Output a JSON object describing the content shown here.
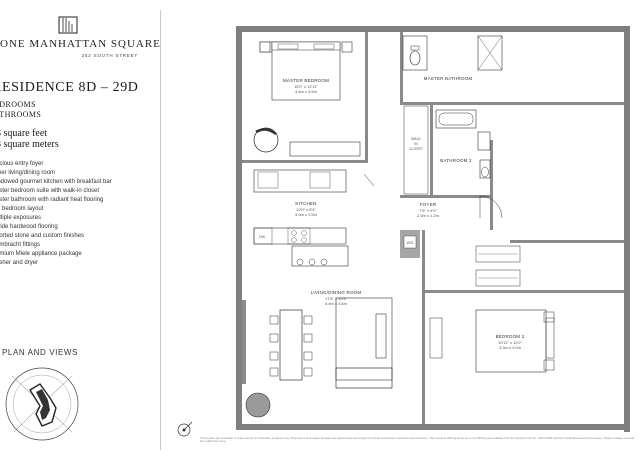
{
  "brand": {
    "name": "ONE MANHATTAN SQUARE",
    "address": "252 SOUTH STREET"
  },
  "residence": {
    "title": "RESIDENCE 8D – 29D",
    "bedrooms": "EDROOMS",
    "bathrooms": "ATHROOMS",
    "sqft": "3 square feet",
    "sqm": "3 square meters"
  },
  "features": [
    "acious entry foyer",
    "rner living/dining room",
    "indowed gourmet kitchen with breakfast bar",
    "aster bedroom suite with walk-in closet",
    "aster bathroom with radiant heat flooring",
    "lit bedroom layout",
    "ultiple exposures",
    "wide hardwood flooring",
    "ported stone and custom finishes",
    "ombracht fittings",
    "emium Miele appliance package",
    "asher and dryer"
  ],
  "views": {
    "heading": "PLAN AND VIEWS"
  },
  "rooms": {
    "master_bedroom": {
      "name": "MASTER BEDROOM",
      "dim_ft": "15'0\" x 12'11\"",
      "dim_m": "4.6m x 3.9m"
    },
    "master_bathroom": {
      "name": "MASTER BATHROOM"
    },
    "walk_in_closet": {
      "line1": "WALK",
      "line2": "IN",
      "line3": "CLOSET"
    },
    "bathroom2": {
      "name": "BATHROOM 2"
    },
    "kitchen": {
      "name": "KITCHEN",
      "dim_ft": "10'0\" x 8'4\"",
      "dim_m": "3.0m x 2.5m"
    },
    "foyer": {
      "name": "FOYER",
      "dim_ft": "7'5\" x 4'0\"",
      "dim_m": "2.3m x 1.2m"
    },
    "living": {
      "name": "LIVING/DINING ROOM",
      "dim_ft": "17'8\" x 15'3\"",
      "dim_m": "5.4m x 4.6m"
    },
    "bedroom2": {
      "name": "BEDROOM 2",
      "dim_ft": "10'11\" x 10'0\"",
      "dim_m": "3.3m x 3.0m"
    },
    "wd": "W/D",
    "pantry": "DW"
  },
  "disclaimer": "These plans are not drawn to scale and are for illustrative purposes only. Dimensions and square footages are approximate and subject to normal construction variances and tolerances. The complete offering terms are in an offering plan available from the Sponsor. File No. CD14-0069. Sponsor: Extell Development Company. Square footage exceeds the usable floor area."
}
